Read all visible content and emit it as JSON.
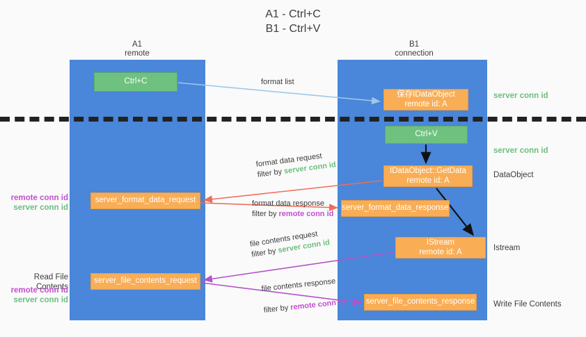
{
  "title": {
    "line1": "A1 - Ctrl+C",
    "line2": "B1 - Ctrl+V"
  },
  "columns": {
    "a1": {
      "name": "A1",
      "role": "remote"
    },
    "b1": {
      "name": "B1",
      "role": "connection"
    }
  },
  "nodes": {
    "ctrl_c": {
      "line1": "Ctrl+C",
      "line2": ""
    },
    "save_idataobject": {
      "line1": "保存IDataObject",
      "line2": "remote id: A"
    },
    "ctrl_v": {
      "line1": "Ctrl+V",
      "line2": ""
    },
    "getdata": {
      "line1": "IDataObject::GetData",
      "line2": "remote id: A"
    },
    "server_format_data_request": {
      "line1": "server_format_data_request",
      "line2": ""
    },
    "server_format_data_response": {
      "line1": "server_format_data_response",
      "line2": ""
    },
    "istream": {
      "line1": "IStream",
      "line2": "remote id: A"
    },
    "server_file_contents_request": {
      "line1": "server_file_contents_request",
      "line2": ""
    },
    "server_file_contents_response": {
      "line1": "server_file_contents_response",
      "line2": ""
    }
  },
  "edges": {
    "format_list": {
      "text": "format list"
    },
    "format_data_request": {
      "line1": "format data request",
      "filter_prefix": "filter by ",
      "filter_key": "server conn id"
    },
    "format_data_response": {
      "line1": "format data response",
      "filter_prefix": "filter by ",
      "filter_key": "remote conn id"
    },
    "file_contents_request": {
      "line1": "file contents request",
      "filter_prefix": "filter by ",
      "filter_key": "server conn id"
    },
    "file_contents_response": {
      "line1": "file contents response",
      "filter_prefix": "filter by ",
      "filter_key": "remote conn id"
    }
  },
  "side_labels": {
    "server_conn_id_top": "server conn id",
    "server_conn_id_mid": "server conn id",
    "dataobject": "DataObject",
    "istream": "Istream",
    "write_file_contents": "Write File Contents",
    "read_file_contents": "Read File Contents",
    "remote_conn_id": "remote conn id",
    "server_conn_id": "server conn id"
  },
  "colors": {
    "column_blue": "#4a86d9",
    "node_green": "#6fc17f",
    "node_orange": "#f9ad55",
    "server_conn_id": "#6cbf7d",
    "remote_conn_id": "#c34fd0",
    "arrow_lightblue": "#9dc8ea",
    "arrow_red": "#ef6c5a",
    "arrow_purple": "#b452c8",
    "arrow_black": "#111111",
    "background": "#fafafa"
  }
}
